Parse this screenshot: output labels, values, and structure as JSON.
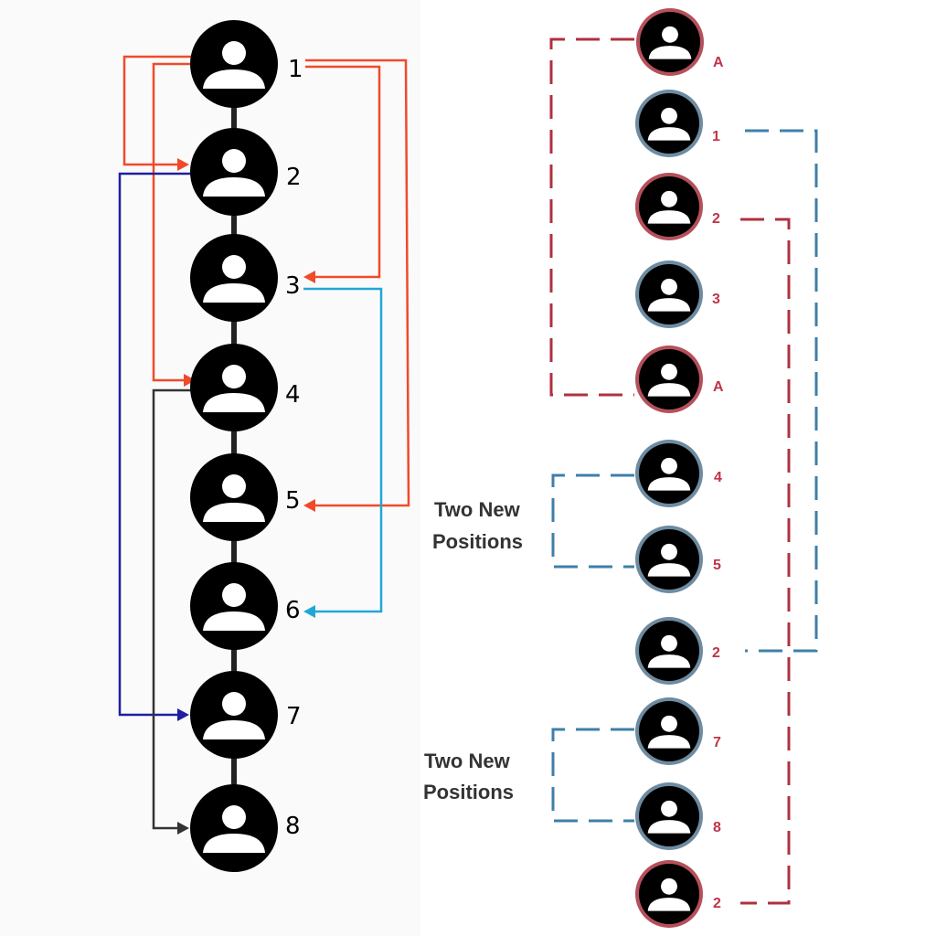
{
  "colors": {
    "chain_line": "#222222",
    "person_fill": "#000000",
    "person_glyph": "#ffffff",
    "red_link": "#f04a2a",
    "blue_link": "#1f1fa0",
    "cyan_link": "#22a6d6",
    "gray_link": "#333333",
    "ring_red": "#b5505b",
    "ring_blue": "#6e8ba0",
    "dash_red": "#b03040",
    "dash_blue": "#3f7fa8",
    "right_label": "#c03448",
    "caption": "#333333"
  },
  "left_chain": {
    "nodes": [
      {
        "label": "1",
        "icon": "person-icon"
      },
      {
        "label": "2",
        "icon": "person-icon"
      },
      {
        "label": "3",
        "icon": "person-icon"
      },
      {
        "label": "4",
        "icon": "person-icon"
      },
      {
        "label": "5",
        "icon": "person-icon"
      },
      {
        "label": "6",
        "icon": "person-icon"
      },
      {
        "label": "7",
        "icon": "person-icon"
      },
      {
        "label": "8",
        "icon": "person-icon"
      }
    ],
    "links": [
      {
        "from": "1",
        "to": "2",
        "color": "red"
      },
      {
        "from": "1",
        "to": "4",
        "color": "red"
      },
      {
        "from": "1",
        "to": "3",
        "color": "red"
      },
      {
        "from": "1",
        "to": "5",
        "color": "red"
      },
      {
        "from": "2",
        "to": "7",
        "color": "blue"
      },
      {
        "from": "3",
        "to": "6",
        "color": "cyan"
      },
      {
        "from": "4",
        "to": "8",
        "color": "gray"
      }
    ]
  },
  "right_list": {
    "nodes": [
      {
        "label": "A",
        "ring": "red",
        "icon": "person-icon"
      },
      {
        "label": "1",
        "ring": "blue",
        "icon": "person-icon"
      },
      {
        "label": "2",
        "ring": "red",
        "icon": "person-icon"
      },
      {
        "label": "3",
        "ring": "blue",
        "icon": "person-icon"
      },
      {
        "label": "A",
        "ring": "red",
        "icon": "person-icon"
      },
      {
        "label": "4",
        "ring": "blue",
        "icon": "person-icon"
      },
      {
        "label": "5",
        "ring": "blue",
        "icon": "person-icon"
      },
      {
        "label": "2",
        "ring": "blue",
        "icon": "person-icon"
      },
      {
        "label": "7",
        "ring": "blue",
        "icon": "person-icon"
      },
      {
        "label": "8",
        "ring": "blue",
        "icon": "person-icon"
      },
      {
        "label": "2",
        "ring": "red",
        "icon": "person-icon"
      }
    ],
    "captions": [
      {
        "line1": "Two New",
        "line2": "Positions"
      },
      {
        "line1": "Two New",
        "line2": "Positions"
      }
    ]
  }
}
